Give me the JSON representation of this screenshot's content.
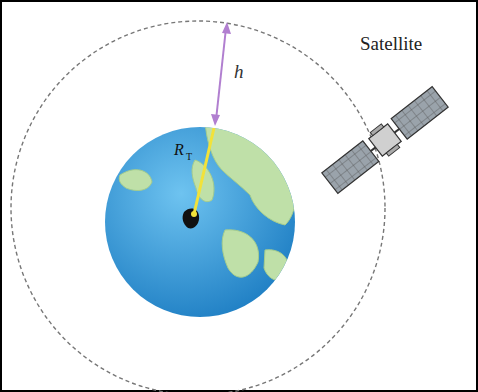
{
  "diagram": {
    "labels": [
      "h",
      "Satellite",
      "R",
      "T"
    ]
  }
}
